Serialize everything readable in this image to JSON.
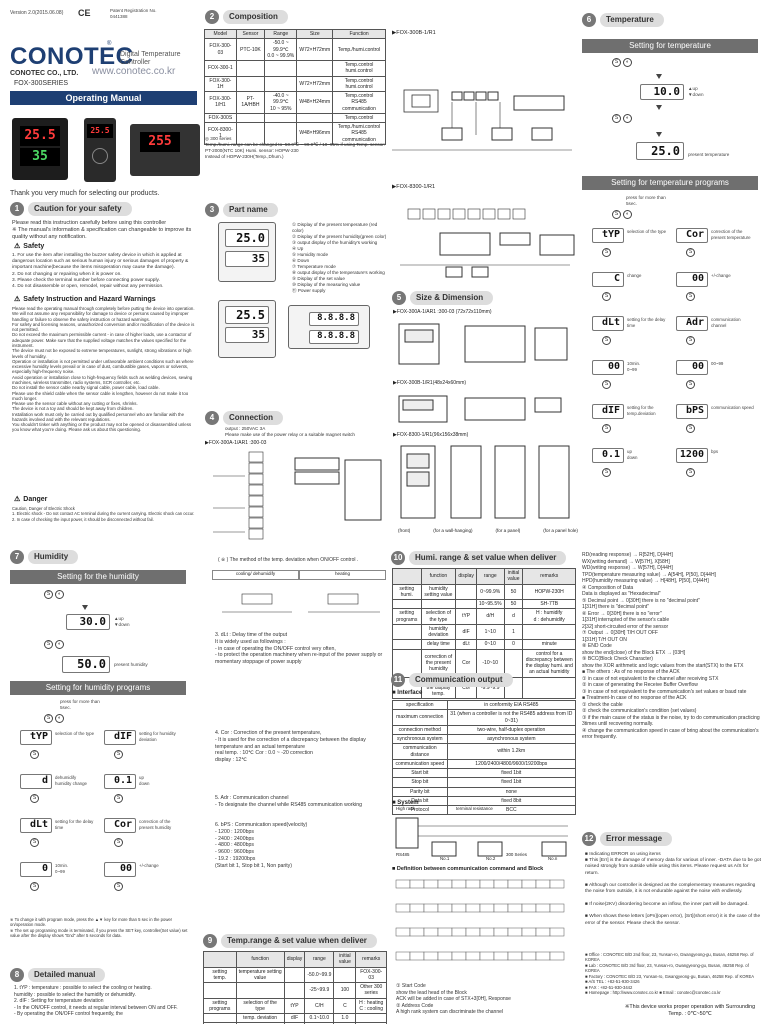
{
  "header": {
    "version": "Version 2.0(2015.06.08)",
    "cert": "CE",
    "patent": "Patent Registration No.\n0441388",
    "brand": "CONOTEC",
    "product_desc": "Digital Temperature Controller",
    "company": "CONOTEC CO., LTD.",
    "website": "www.conotec.co.kr",
    "series": "FOX-300SERIES",
    "manual_title": "Operating Manual",
    "device1_top": "25.5",
    "device1_bot": "35",
    "device2_top": "25.5",
    "device3_top": "255",
    "thanks": "Thank you very much for selecting our products."
  },
  "caution": {
    "num": "1",
    "title": "Caution for your safety",
    "intro": "Please read this instruction carefully before using this controller\n※ The manual's information & specification can changeable to improve its quality without any notification.",
    "safety_title": "Safety",
    "safety_body": "1. For use the item after installing the buzzer safety device in which is applied at dangerous location such as serious human injury or serious damages of property & important machine(because the items misoperation may cause the damage).\n2. Do not changing or repairing when it is power on.\n3. Please check the terminal number before connecting power supply.\n4. Do not disassemble or open, remodel, repair without any permission.",
    "hazard_title": "Safety Instruction and Hazard Warnings",
    "hazard_body": "Please read the operating manual through completely before putting the device into operation.\nWe will not assume any responsibility for damage to device or persons caused by improper handling or failure to observe the safety instruction or hazard warnings.\nFor safety and licensing reasons, unauthorized conversion and/or modification of the device is not permitted.\nDo not exceed the maximum permissible current - in case of higher loads, use a contactor of adequate power. Make sure that the supplied voltage matches the values specified for the instrument.\nThe device must not be exposed to extreme temperatures, sunlight, strong vibrations or high levels of humidity.\nOperation or installation is not permitted under unfavorable ambient conditions such as where excessive humidity levels prevail or in case of dust, combustible gases, vapors or solvents, especially high-frequency noise.\nAvoid operation or installation close to high-frequency fields such as welding devices, sewing machines, wireless transmitter, radio systems, SCR controller, etc.\nDo not install the sensor cable nearby signal cable, power cable, load cable.\nPlease use the shield cable when the sensor cable is lengthen, however do not make it too much longer.\nPlease use the sensor cable without any cutting or fixes, shrinks.\nThe device is not a toy and should be kept away from children.\nInstallation work must only be carried out by qualified personnel who are familiar with the hazards involved and with the relevant regulations.\nYou shouldn't tinker with anything or the product may not be opened or disassembled unless you know what you're doing. Please ask us about this questioning.",
    "danger_title": "Danger",
    "danger_body": "Caution, Danger of Electric Shock\n1. Electric shock - Do not contact AC terminal during the current carrying. Electric shock can occur.\n2. In case of checking the input power, it should be disconnected without fail."
  },
  "composition": {
    "num": "2",
    "title": "Composition",
    "headers": [
      "Model",
      "Sensor",
      "Range",
      "Size",
      "Function"
    ],
    "rows": [
      [
        "FOX-300-03",
        "PTC-10K",
        "-50.0 ~ 99.9℃\n0.0 ~ 99.9%",
        "W72×H72mm",
        "Temp./humi.control"
      ],
      [
        "FOX-300-1",
        "",
        "",
        "",
        "Temp.control\nhumi.control"
      ],
      [
        "FOX-300-1H",
        "",
        "",
        "W72×H72mm",
        "Temp.control\nhumi.control"
      ],
      [
        "FOX-300-1/H1",
        "PT-1A/HBH",
        "-40.0 ~ 99.9℃\n10 ~ 95%",
        "W48×H24mm",
        "Temp.control\nRS485 communication"
      ],
      [
        "FOX-300S",
        "",
        "",
        "",
        "Temp.control"
      ],
      [
        "FOX-8300-1",
        "",
        "",
        "W48×H96mm",
        "Temp./humi.control\nRS485 communication"
      ]
    ],
    "note": "◎ 300 series\nTemp./humi. range can be changed to -50.0℃ ~ 99.9℃ / 10~95% if using Temp. sensor: PT-2000(NTC 10K)  Humi. sensor: HOPW-230\nInstead of HOPW-230H(Temp.,Dhum.)",
    "wiring1_title": "▶FOX-300B-1/R1",
    "wiring2_title": "▶FOX-8300-1/R1"
  },
  "part_name": {
    "num": "3",
    "title": "Part name",
    "items": "① Display of the present temperature (red color)\n② Display of the present humidity(green color)\n③ output display of the humidity's working\n④ Up\n⑤ Humidity mode\n⑥ Down\n⑦ Temperature mode\n⑧ output display of the temperature's working\n⑨ Display of the set value\n⑩ Display of the measuring value\n⑪ Power supply",
    "dev_a": "25.0",
    "dev_b": "35",
    "dev_c": "25.5",
    "dev_d": "35",
    "dev_e": "8.8.8.8"
  },
  "connection": {
    "num": "4",
    "title": "Connection",
    "note": "output : 250VAC 3A\nPlease make use of the power relay or a suitable magnet switch",
    "model": "▶FOX-300A-1/AR1 :300-03"
  },
  "size": {
    "num": "5",
    "title": "Size & Dimension",
    "m1": "▶FOX-300A-1/AR1 :300-03 (72x72x110mm)",
    "m2": "▶FOX-300B-1/R1(48x24x60mm)",
    "m3": "▶FOX-8300-1/R1(96x156x38mm)",
    "labels": [
      "(front)",
      "(for a wall-hanging)",
      "(for a panel)",
      "(for a panel hole)"
    ]
  },
  "temperature": {
    "num": "6",
    "title": "Temperature",
    "bar1": "Setting for temperature",
    "val1": "10.0",
    "val2": "25.0",
    "present": "present temperature",
    "bar2": "Setting for temperature programs",
    "press_more": "press for more than 5sec.",
    "prog": [
      {
        "code": "tYP",
        "label": "selection of the type"
      },
      {
        "code": "Cor",
        "label": "correction of the present temperature"
      },
      {
        "code": "C",
        "label": "change"
      },
      {
        "code": "00",
        "label": "+/-change"
      },
      {
        "code": "dLt",
        "label": "setting for the delay time"
      },
      {
        "code": "Adr",
        "label": "communication channel"
      },
      {
        "code": "00",
        "label": "10min.\n0~99"
      },
      {
        "code": "00",
        "label": "00~99"
      },
      {
        "code": "dIF",
        "label": "setting for the temp.deviation"
      },
      {
        "code": "bPS",
        "label": "communication speed"
      },
      {
        "code": "0.1",
        "label": "up\ndown"
      },
      {
        "code": "1200",
        "label": "bps"
      }
    ]
  },
  "humidity": {
    "num": "7",
    "title": "Humidity",
    "bar1": "Setting for the humidity",
    "val1": "30.0",
    "val2": "50.0",
    "present": "present humidity",
    "bar2": "Setting for humidity programs",
    "press_more": "press for more than 5sec.",
    "prog": [
      {
        "code": "tYP",
        "label": "selection of the type"
      },
      {
        "code": "dIF",
        "label": "setting for humidity deviation"
      },
      {
        "code": "d",
        "label": "dehumidify\nhumidity change"
      },
      {
        "code": "0.1",
        "label": "up\ndown"
      },
      {
        "code": "dLt",
        "label": "setting for the delay time"
      },
      {
        "code": "Cor",
        "label": "correction of the present humidity"
      },
      {
        "code": "0",
        "label": "10min.\n0~99"
      },
      {
        "code": "00",
        "label": "+/-change"
      }
    ],
    "footnote": "※ To change it with program mode, press the ▲▼ key for more than 5 sec in the power on/operation mode.\n※ The set up programing mode is terminated, if you press the SET key, controller(Set value) set value after the display shows \"End\" after 5 seconds for data.",
    "method_note": "( ※ ) The method of the temp. deviation when ON/OFF control .",
    "cool_label": "cooling/ dehumidify",
    "heat_label": "heating"
  },
  "detailed": {
    "num": "8",
    "title": "Detailed manual",
    "items": "1. tYP : temperature : possible to select the cooling or heating.\n   humidity : possible to select the humidify or dehumidify.\n2. dIF : Setting for temperature deviation\n   - In the ON/OFF control, it needs at regular interval between ON and OFF.\n   - By operating the ON/OFF control frequently, the",
    "dlt": "3. dLt : Delay time of the output\n   It is widely used as followings :\n   - in case of operating the ON/OFF control very often,\n   - to protect the operation machinery when re-input of the power supply or momentary stoppage of power supply",
    "cor": "4. Cor : Correction of the present temperature,\n   - It is used for the correction of a discrepancy between the display temperature and an actual temperature\n   real temp. : 10℃  Cor : 0.0 ~ -20 correction\n   display : 12℃",
    "adr": "5. Adr : Communication channel\n   - To designate the channel while RS485 communication working",
    "bps": "6. bPS : Communication speed(velocity)\n   - 1200 : 1200bps\n   - 2400 : 2400bps\n   - 4800 : 4800bps\n   - 9600 : 9600bps\n   - 19.2 : 19200bps\n   (Start bit 1, Stop bit 1, Non parity)"
  },
  "temp_range": {
    "num": "9",
    "title": "Temp.range & set value when deliver",
    "headers": [
      "",
      "function",
      "display",
      "range",
      "initial value",
      "remarks"
    ],
    "rows": [
      [
        "setting temp.",
        "temperature setting value",
        "",
        "-50.0~99.9",
        "",
        "FOX-300-03"
      ],
      [
        "",
        "",
        "",
        "-25~99.9",
        "100",
        "Other 300 series"
      ],
      [
        "setting programs",
        "selection of the type",
        "tYP",
        "C/H",
        "C",
        "H : heating\nC : cooling"
      ],
      [
        "",
        "temp. deviation",
        "dIF",
        "0.1~10.0",
        "1.0",
        ""
      ],
      [
        "",
        "delay time",
        "dLt",
        "0~10",
        "0",
        "minute"
      ],
      [
        "",
        "correction of the present temp.",
        "Cor",
        "-10.0~10.0",
        "",
        ""
      ]
    ]
  },
  "humi_range": {
    "num": "10",
    "title": "Humi. range & set value when deliver",
    "headers": [
      "",
      "function",
      "display",
      "range",
      "initial value",
      "remarks"
    ],
    "rows": [
      [
        "setting humi.",
        "humidity setting value",
        "",
        "0~99.9%",
        "50",
        "HOPW-230H"
      ],
      [
        "",
        "",
        "",
        "10~95.5%",
        "50",
        "SH-7TB"
      ],
      [
        "setting programs",
        "selection of the type",
        "tYP",
        "d/H",
        "d",
        "H : humidify\nd : dehumidify"
      ],
      [
        "",
        "humidity deviation",
        "dIF",
        "1~10",
        "1",
        ""
      ],
      [
        "",
        "delay time",
        "dLt",
        "0~10",
        "0",
        "minute"
      ],
      [
        "",
        "correction of the present humidity",
        "Cor",
        "-10~10",
        "",
        "control for a discrepancy between the display humi. and an actual humidity"
      ],
      [
        "",
        "correction of the display temp.",
        "Cor",
        "-9.9~9.9",
        "",
        ""
      ]
    ]
  },
  "communication": {
    "num": "11",
    "title": "Communication output",
    "interface_title": "■ Interface",
    "rows": [
      [
        "specification",
        "in conformity EIA RS485"
      ],
      [
        "maximum connection",
        "31 (when a controller is not the RS485 address from ID 0~31)"
      ],
      [
        "connection method",
        "two-wire, half-duplex operation"
      ],
      [
        "synchronous system",
        "asynchronous system"
      ],
      [
        "communication distance",
        "within 1.2km"
      ],
      [
        "communication speed",
        "1200/2400/4800/9600/19200bps"
      ],
      [
        "Start bit",
        "fixed 1bit"
      ],
      [
        "Stop bit",
        "fixed 1bit"
      ],
      [
        "Parity bit",
        "none"
      ],
      [
        "Data bit",
        "fixed 8bit"
      ],
      [
        "Protocol",
        "BCC"
      ]
    ],
    "system_title": "■ System",
    "system_labels": [
      "High rank",
      "terminal resistance",
      "RS485",
      "300 Series",
      "No.1",
      "No.2",
      "No.n"
    ],
    "definition_title": "■ Definition between communication command and Block",
    "block_notes": "① Start Code\n   show the lead head of the Block\n   ACK will be added in case of STX+3[0H], Response\n② Address Code\n   A high rank system can discriminate the channel"
  },
  "right_text": {
    "body": "RD(reading response) → R[52H], D[44H]\nWX(writing demand) → W[57H], X[58H]\nWD(writing response) → W[57H], D[44H]\nTPD(temperature measuring value) → A[54H], P[50], D[44H]\nHPD(humidity measuring value) → H[48H], P[50], D[44H]\n④ Composition of Data\n   Data is displayed as \"Hexadecimal\"\n⑤ Decimal point → 0[30H] there is no \"decimal point\"\n                   1[31H] there is \"decimal point\"\n⑥ Error → 0[30H] there is no \"error\"\n          1[31H] interrupted of the sensor's cable\n          2[32] short-circuited error of the sensor\n⑦ Output → 0[30H] T/H OUT OFF\n            1[31H] T/H OUT ON\n⑧ END Code\n   show the end(close) of the Block ETX → [03H]\n⑨ BCC(Block Check Character)\n   show the XOR arithmetic and logic values from the start(STX) to the ETX\n■ The others : As of no response of the ACK\n   ① in case of not equivalent to the channel after receiving STX\n   ② in case of generating the Receive Buffer Overflow\n   ③ in case of not equivalent to the communication's set values or baud rate\n■ Treatment-In case of no response of the ACK\n   ① check the cable\n   ② check the communication's condition (set values)\n   ③ if the main cause of the status is the noise, try to do communication practicing 3times until recovering normally.\n   ④ change the communication speed in case of bring about the communication's error frequently."
  },
  "error_msg": {
    "num": "12",
    "title": "Error message",
    "body": "■ Indicating ERROR on using items\n■ This [Err] is the damage of memory data for various of inner. -DATA due to be got noised strongly from outside while using this items. Please request us A/S for return.\n\n■ Although our controller is designed as the complementary measures regarding the noise from outside, it is not endurable against the noise with endlessly.\n\n■ If noise(2KV) disordering become an inflow, the inner part will be damaged.\n\n■ When shows these letters [oPn](open error), [Srt](short error) it is the case of the error of the sensor. Please check the sensor.",
    "contact": "■ Office : CONOTEC B/D 2nd floor, 23, Yunsan-ro, Gwangyeong-gu, Busan, 46258 Rep. of KOREA\n■ Lab : CONOTEC B/D 3rd floor, 23, Yunsan-ro, Gwangyeong-gu, Busan, 46258 Rep. of KOREA\n■ Factory : CONOTEC B/D 23, Yunsan-ro, Gwangyeong-gu, Busan, 46258 Rep. of KOREA\n■ A/S TEL : +82-51-930-3426\n■ FAX : +82-51-930-3442\n■ Homepage : http://www.conotec.co.kr   ■ Email : conotec@conotec.co.kr",
    "footer": "※This device works proper operation with Surrounding Temp. : 0℃~50℃"
  }
}
